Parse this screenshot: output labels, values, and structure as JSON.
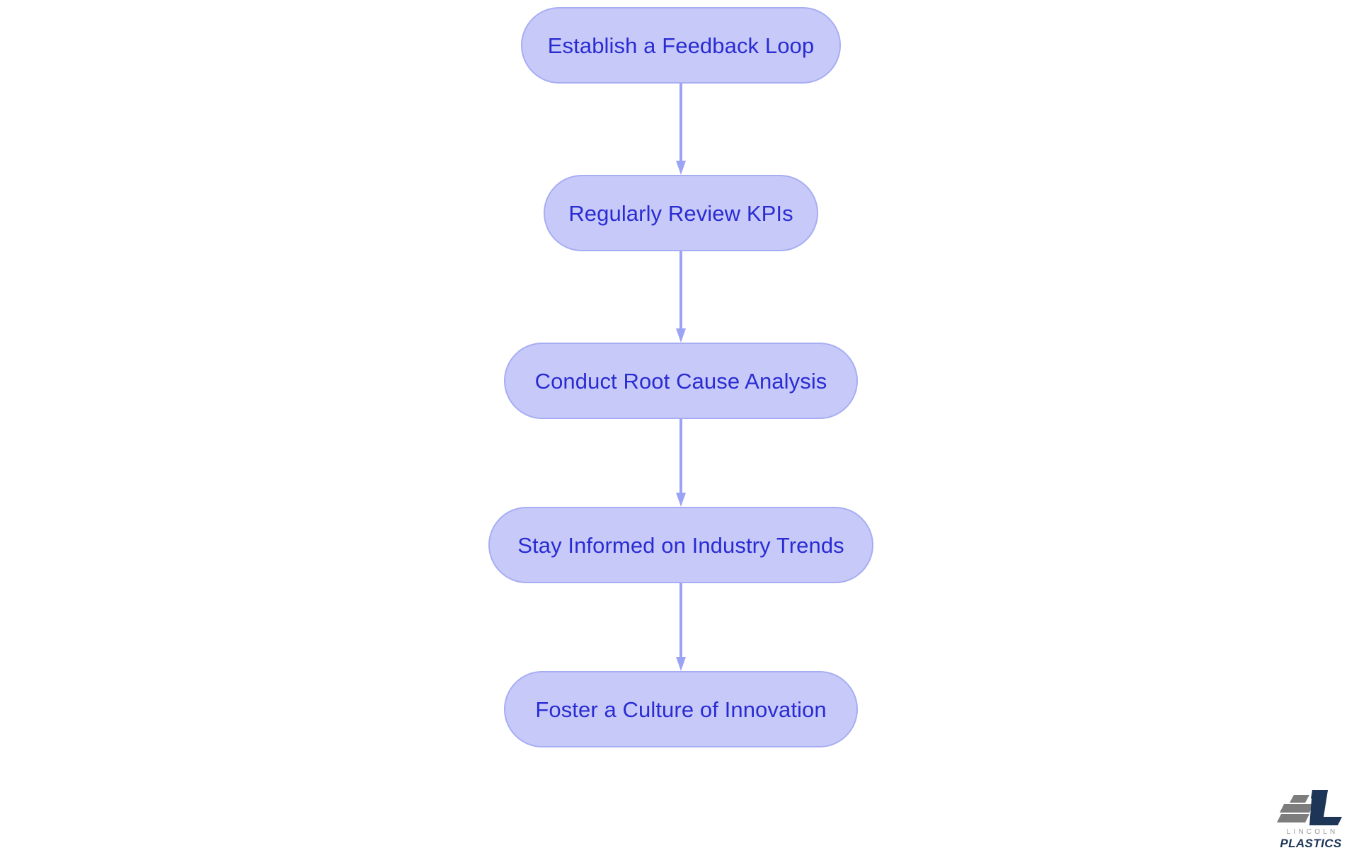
{
  "chart_data": {
    "type": "diagram",
    "diagram_type": "flowchart",
    "title": "",
    "orientation": "vertical top-to-bottom",
    "nodes": [
      {
        "id": "n1",
        "label": "Establish a Feedback Loop",
        "shape": "stadium",
        "order": 1
      },
      {
        "id": "n2",
        "label": "Regularly Review KPIs",
        "shape": "stadium",
        "order": 2
      },
      {
        "id": "n3",
        "label": "Conduct Root Cause Analysis",
        "shape": "stadium",
        "order": 3
      },
      {
        "id": "n4",
        "label": "Stay Informed on Industry Trends",
        "shape": "stadium",
        "order": 4
      },
      {
        "id": "n5",
        "label": "Foster a Culture of Innovation",
        "shape": "stadium",
        "order": 5
      }
    ],
    "edges": [
      {
        "from": "n1",
        "to": "n2",
        "label": "",
        "arrow": "down"
      },
      {
        "from": "n2",
        "to": "n3",
        "label": "",
        "arrow": "down"
      },
      {
        "from": "n3",
        "to": "n4",
        "label": "",
        "arrow": "down"
      },
      {
        "from": "n4",
        "to": "n5",
        "label": "",
        "arrow": "down"
      }
    ],
    "colors": {
      "background": "#ffffff",
      "node_fill": "#c7caf9",
      "node_border": "#a7adf3",
      "node_text": "#2a2cd2",
      "edge": "#9ba4f4"
    }
  },
  "flow": {
    "nodes": [
      {
        "label": "Establish a Feedback Loop"
      },
      {
        "label": "Regularly Review KPIs"
      },
      {
        "label": "Conduct Root Cause Analysis"
      },
      {
        "label": "Stay Informed on Industry Trends"
      },
      {
        "label": "Foster a Culture of Innovation"
      }
    ]
  },
  "logo": {
    "name": "lincoln-plastics-logo",
    "line1": "LINCOLN",
    "line2": "PLASTICS",
    "mark_color": "#1d3557",
    "bar_color": "#7d7d7d",
    "word_color": "#9a9a9a"
  }
}
